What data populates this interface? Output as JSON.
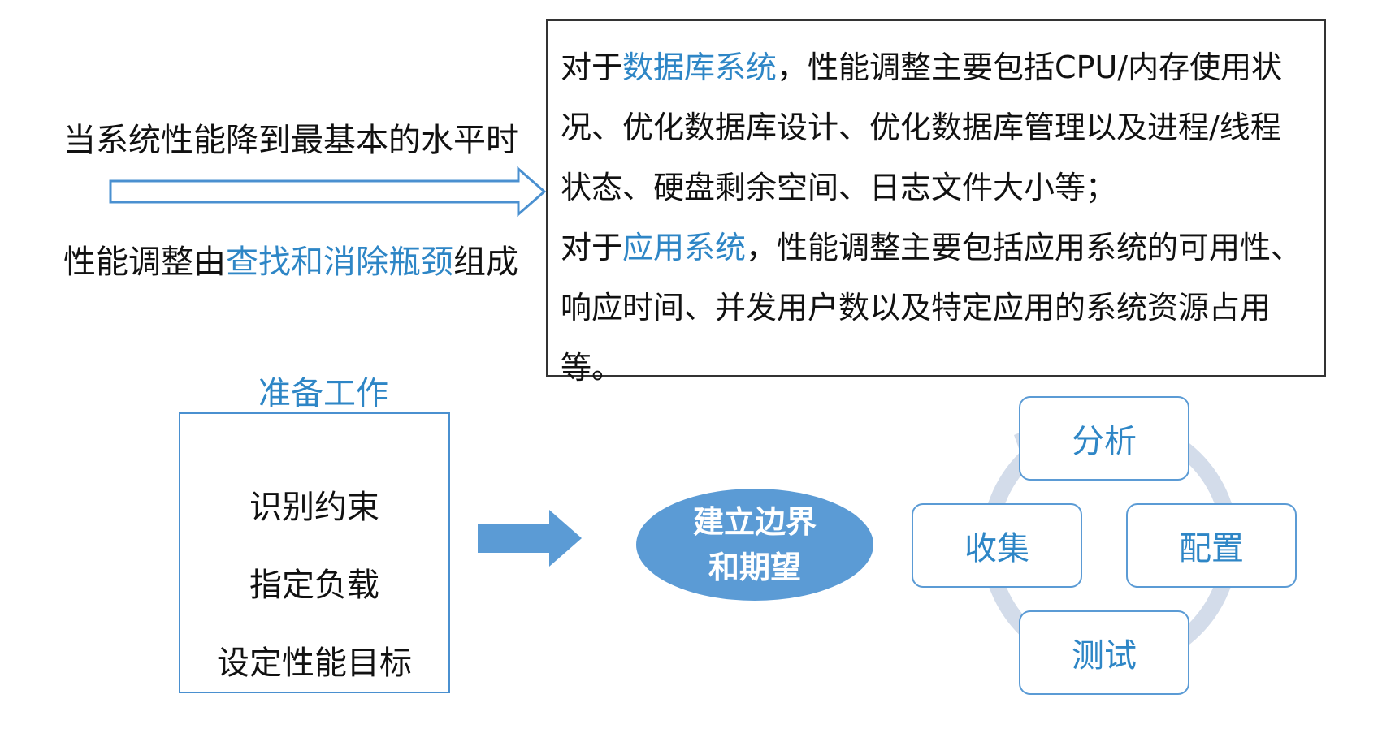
{
  "left": {
    "line1": "当系统性能降到最基本的水平时",
    "line2_prefix": "性能调整由",
    "line2_highlight": "查找和消除瓶颈",
    "line2_suffix": "组成"
  },
  "description": {
    "para1_prefix": "对于",
    "para1_highlight": "数据库系统",
    "para1_rest": "，性能调整主要包括CPU/内存使用状况、优化数据库设计、优化数据库管理以及进程/线程状态、硬盘剩余空间、日志文件大小等；",
    "para2_prefix": "对于",
    "para2_highlight": "应用系统",
    "para2_rest": "，性能调整主要包括应用系统的可用性、响应时间、并发用户数以及特定应用的系统资源占用等。"
  },
  "prep": {
    "title": "准备工作",
    "items": [
      "识别约束",
      "指定负载",
      "设定性能目标"
    ]
  },
  "ellipse": {
    "line1": "建立边界",
    "line2": "和期望"
  },
  "cycle": {
    "analyze": "分析",
    "configure": "配置",
    "test": "测试",
    "collect": "收集"
  },
  "colors": {
    "highlight": "#2e86c6",
    "node_border": "#5b9bd5",
    "ellipse_fill": "#5b9bd5",
    "ring": "#d3dcea"
  }
}
